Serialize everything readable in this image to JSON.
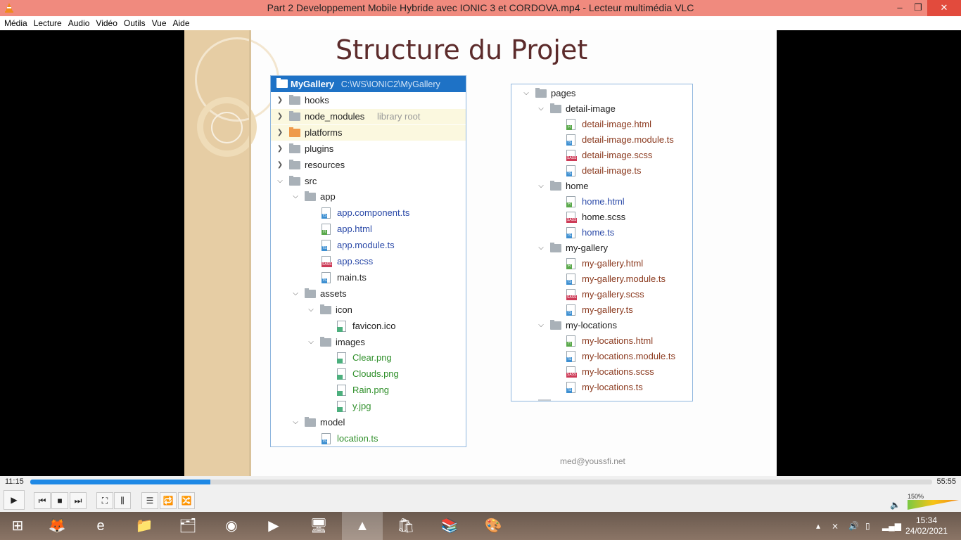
{
  "window": {
    "title": "Part 2  Developpement Mobile Hybride avec IONIC 3 et CORDOVA.mp4 - Lecteur multimédia VLC",
    "app_icon": "vlc-cone-icon",
    "minimize": "–",
    "maximize": "❐",
    "close": "✕"
  },
  "menu": [
    "Média",
    "Lecture",
    "Audio",
    "Vidéo",
    "Outils",
    "Vue",
    "Aide"
  ],
  "slide": {
    "title": "Structure du Projet",
    "footer": "med@youssfi.net"
  },
  "left_tree": {
    "root": {
      "name": "MyGallery",
      "path": "C:\\WS\\IONIC2\\MyGallery"
    },
    "rows": [
      {
        "label": "hooks",
        "kind": "folder",
        "arrow": "›",
        "indent": 0
      },
      {
        "label": "node_modules",
        "note": "library root",
        "kind": "folder",
        "arrow": "›",
        "indent": 0,
        "highlight": true
      },
      {
        "label": "platforms",
        "kind": "folder-orange",
        "arrow": "›",
        "indent": 0,
        "highlight": true
      },
      {
        "label": "plugins",
        "kind": "folder",
        "arrow": "›",
        "indent": 0
      },
      {
        "label": "resources",
        "kind": "folder",
        "arrow": "›",
        "indent": 0
      },
      {
        "label": "src",
        "kind": "folder",
        "arrow": "⌄",
        "indent": 0
      },
      {
        "label": "app",
        "kind": "folder",
        "arrow": "⌄",
        "indent": 1
      },
      {
        "label": "app.component.ts",
        "kind": "ts",
        "tag": "TS",
        "color": "blue",
        "indent": 2
      },
      {
        "label": "app.html",
        "kind": "h",
        "tag": "H",
        "color": "blue",
        "indent": 2
      },
      {
        "label": "app.module.ts",
        "kind": "ts",
        "tag": "TS",
        "color": "blue",
        "indent": 2
      },
      {
        "label": "app.scss",
        "kind": "sass",
        "tag": "SASS",
        "color": "blue",
        "indent": 2
      },
      {
        "label": "main.ts",
        "kind": "ts",
        "tag": "TS",
        "color": "",
        "indent": 2
      },
      {
        "label": "assets",
        "kind": "folder",
        "arrow": "⌄",
        "indent": 1
      },
      {
        "label": "icon",
        "kind": "folder",
        "arrow": "⌄",
        "indent": 2
      },
      {
        "label": "favicon.ico",
        "kind": "img",
        "tag": "",
        "color": "",
        "indent": 3
      },
      {
        "label": "images",
        "kind": "folder",
        "arrow": "⌄",
        "indent": 2
      },
      {
        "label": "Clear.png",
        "kind": "img",
        "tag": "",
        "color": "green",
        "indent": 3
      },
      {
        "label": "Clouds.png",
        "kind": "img",
        "tag": "",
        "color": "green",
        "indent": 3
      },
      {
        "label": "Rain.png",
        "kind": "img",
        "tag": "",
        "color": "green",
        "indent": 3
      },
      {
        "label": "y.jpg",
        "kind": "img",
        "tag": "",
        "color": "green",
        "indent": 3
      },
      {
        "label": "model",
        "kind": "folder",
        "arrow": "⌄",
        "indent": 1
      },
      {
        "label": "location.ts",
        "kind": "ts",
        "tag": "TS",
        "color": "green",
        "indent": 2
      }
    ]
  },
  "right_tree": {
    "rows": [
      {
        "label": "pages",
        "kind": "folder",
        "arrow": "⌄",
        "indent": 0
      },
      {
        "label": "detail-image",
        "kind": "folder",
        "arrow": "⌄",
        "indent": 1
      },
      {
        "label": "detail-image.html",
        "kind": "h",
        "tag": "H",
        "color": "brown",
        "indent": 2
      },
      {
        "label": "detail-image.module.ts",
        "kind": "ts",
        "tag": "TS",
        "color": "brown",
        "indent": 2
      },
      {
        "label": "detail-image.scss",
        "kind": "sass",
        "tag": "SASS",
        "color": "brown",
        "indent": 2
      },
      {
        "label": "detail-image.ts",
        "kind": "ts",
        "tag": "TS",
        "color": "brown",
        "indent": 2
      },
      {
        "label": "home",
        "kind": "folder",
        "arrow": "⌄",
        "indent": 1
      },
      {
        "label": "home.html",
        "kind": "h",
        "tag": "H",
        "color": "blue",
        "indent": 2
      },
      {
        "label": "home.scss",
        "kind": "sass",
        "tag": "SASS",
        "color": "",
        "indent": 2
      },
      {
        "label": "home.ts",
        "kind": "ts",
        "tag": "TS",
        "color": "blue",
        "indent": 2
      },
      {
        "label": "my-gallery",
        "kind": "folder",
        "arrow": "⌄",
        "indent": 1
      },
      {
        "label": "my-gallery.html",
        "kind": "h",
        "tag": "H",
        "color": "brown",
        "indent": 2
      },
      {
        "label": "my-gallery.module.ts",
        "kind": "ts",
        "tag": "TS",
        "color": "brown",
        "indent": 2
      },
      {
        "label": "my-gallery.scss",
        "kind": "sass",
        "tag": "SASS",
        "color": "brown",
        "indent": 2
      },
      {
        "label": "my-gallery.ts",
        "kind": "ts",
        "tag": "TS",
        "color": "brown",
        "indent": 2
      },
      {
        "label": "my-locations",
        "kind": "folder",
        "arrow": "⌄",
        "indent": 1
      },
      {
        "label": "my-locations.html",
        "kind": "h",
        "tag": "H",
        "color": "brown",
        "indent": 2
      },
      {
        "label": "my-locations.module.ts",
        "kind": "ts",
        "tag": "TS",
        "color": "brown",
        "indent": 2
      },
      {
        "label": "my-locations.scss",
        "kind": "sass",
        "tag": "SASS",
        "color": "brown",
        "indent": 2
      },
      {
        "label": "my-locations.ts",
        "kind": "ts",
        "tag": "TS",
        "color": "brown",
        "indent": 2
      }
    ]
  },
  "player": {
    "current_time": "11:15",
    "total_time": "55:55",
    "progress_fraction": 0.2
  },
  "controls": [
    {
      "name": "play-button",
      "glyph": "▶"
    },
    {
      "name": "previous-button",
      "glyph": "⏮"
    },
    {
      "name": "stop-button",
      "glyph": "■"
    },
    {
      "name": "next-button",
      "glyph": "⏭"
    },
    {
      "name": "fullscreen-button",
      "glyph": "⛶"
    },
    {
      "name": "extended-settings-button",
      "glyph": "⫼"
    },
    {
      "name": "playlist-button",
      "glyph": "☰"
    },
    {
      "name": "loop-button",
      "glyph": "🔁"
    },
    {
      "name": "shuffle-button",
      "glyph": "🔀"
    }
  ],
  "volume": {
    "percent_label": "150%",
    "level_fraction": 1.0,
    "icon": "speaker-icon"
  },
  "taskbar": {
    "apps": [
      {
        "name": "start-button",
        "glyph": "⊞"
      },
      {
        "name": "taskbar-firefox",
        "glyph": "🦊"
      },
      {
        "name": "taskbar-internet-explorer",
        "glyph": "e"
      },
      {
        "name": "taskbar-file-explorer",
        "glyph": "📁"
      },
      {
        "name": "taskbar-folder",
        "glyph": "🗂"
      },
      {
        "name": "taskbar-chrome",
        "glyph": "◉"
      },
      {
        "name": "taskbar-media-player",
        "glyph": "▶"
      },
      {
        "name": "taskbar-app",
        "glyph": "🖥"
      },
      {
        "name": "taskbar-vlc",
        "glyph": "▲",
        "active": true
      },
      {
        "name": "taskbar-store",
        "glyph": "🛍"
      },
      {
        "name": "taskbar-books",
        "glyph": "📚"
      },
      {
        "name": "taskbar-paint",
        "glyph": "🎨"
      }
    ],
    "tray_icons": [
      "chevron-up-icon",
      "network-error-icon",
      "volume-icon",
      "battery-icon",
      "signal-icon"
    ],
    "clock_time": "15:34",
    "clock_date": "24/02/2021"
  }
}
